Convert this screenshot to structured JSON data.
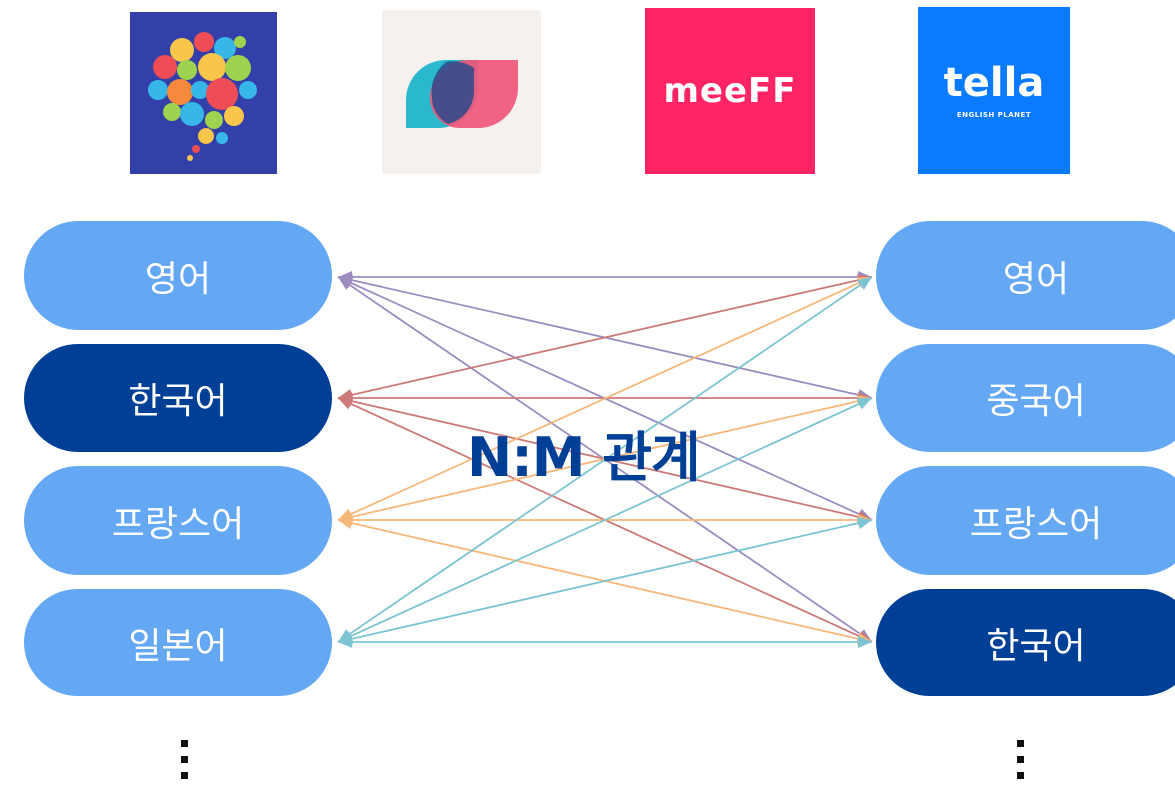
{
  "logos": [
    {
      "name": "HelloTalk",
      "icon": "speech-bubbles-icon",
      "background": "#3340a9"
    },
    {
      "name": "Tandem",
      "icon": "overlapping-leaves-icon",
      "background": "#f5f1ee"
    },
    {
      "name": "meeff",
      "icon": "meeff-wordmark-icon",
      "background": "#ff2565",
      "wordmark": "meeFF"
    },
    {
      "name": "tella",
      "icon": "tella-wordmark-icon",
      "background": "#0a7bff",
      "wordmark": "tella",
      "tagline": "ENGLISH PLANET"
    }
  ],
  "left_languages": [
    {
      "label": "영어",
      "style": "light"
    },
    {
      "label": "한국어",
      "style": "dark"
    },
    {
      "label": "프랑스어",
      "style": "light"
    },
    {
      "label": "일본어",
      "style": "light"
    }
  ],
  "right_languages": [
    {
      "label": "영어",
      "style": "light"
    },
    {
      "label": "중국어",
      "style": "light"
    },
    {
      "label": "프랑스어",
      "style": "light"
    },
    {
      "label": "한국어",
      "style": "dark"
    }
  ],
  "center_title": "N:M 관계",
  "colors": {
    "light_pill": "#64a8f4",
    "dark_pill": "#003f96",
    "title": "#003f96",
    "edge_colors": [
      "#9c8cc0",
      "#cc7a78",
      "#f5b87a",
      "#7cc4d2"
    ]
  },
  "connections": [
    {
      "from": 0,
      "to": 0,
      "color_index": 0
    },
    {
      "from": 0,
      "to": 1,
      "color_index": 0
    },
    {
      "from": 0,
      "to": 2,
      "color_index": 0
    },
    {
      "from": 0,
      "to": 3,
      "color_index": 0
    },
    {
      "from": 1,
      "to": 0,
      "color_index": 1
    },
    {
      "from": 1,
      "to": 1,
      "color_index": 1
    },
    {
      "from": 1,
      "to": 2,
      "color_index": 1
    },
    {
      "from": 1,
      "to": 3,
      "color_index": 1
    },
    {
      "from": 2,
      "to": 0,
      "color_index": 2
    },
    {
      "from": 2,
      "to": 1,
      "color_index": 2
    },
    {
      "from": 2,
      "to": 2,
      "color_index": 2
    },
    {
      "from": 2,
      "to": 3,
      "color_index": 2
    },
    {
      "from": 3,
      "to": 0,
      "color_index": 3
    },
    {
      "from": 3,
      "to": 1,
      "color_index": 3
    },
    {
      "from": 3,
      "to": 2,
      "color_index": 3
    },
    {
      "from": 3,
      "to": 3,
      "color_index": 3
    }
  ]
}
